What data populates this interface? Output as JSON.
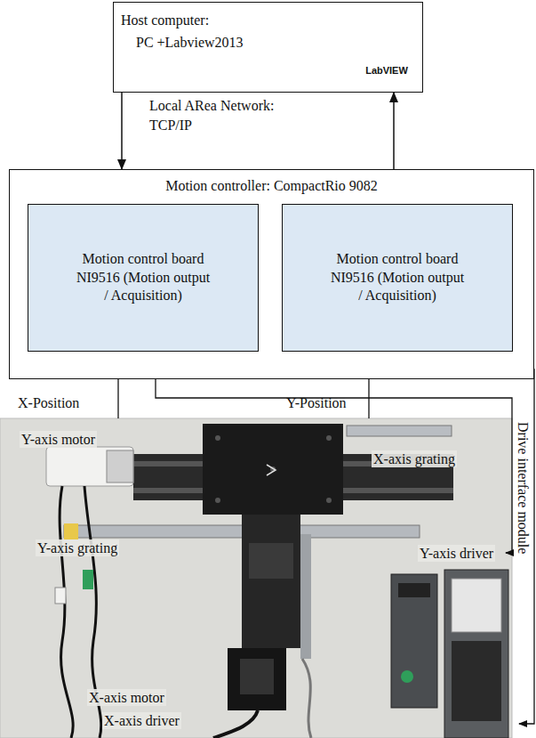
{
  "diagram": {
    "nodes": [
      {
        "text": [
          "Host computer:",
          "PC +Labview2013"
        ]
      },
      {
        "text": [
          "Motion controller: CompactRio 9082"
        ]
      },
      {
        "text": [
          "Motion control board NI9516 (Motion output / Acquisition)"
        ],
        "in": 1
      },
      {
        "text": [
          "Motion control board NI9516 (Motion output / Acquisition)"
        ],
        "in": 1
      }
    ],
    "edges": [
      {
        "from": 0,
        "to": 1,
        "arrow": "to",
        "label": "Local ARea Network: TCP/IP"
      },
      {
        "from": 1,
        "to": 0,
        "arrow": "to"
      }
    ],
    "labels": [
      "LabVIEW",
      "X-Position",
      "Y-Position",
      "Drive interface module",
      "Y-axis motor",
      "X-axis grating",
      "Y-axis grating",
      "Y-axis driver",
      "X-axis motor",
      "X-axis driver"
    ]
  }
}
